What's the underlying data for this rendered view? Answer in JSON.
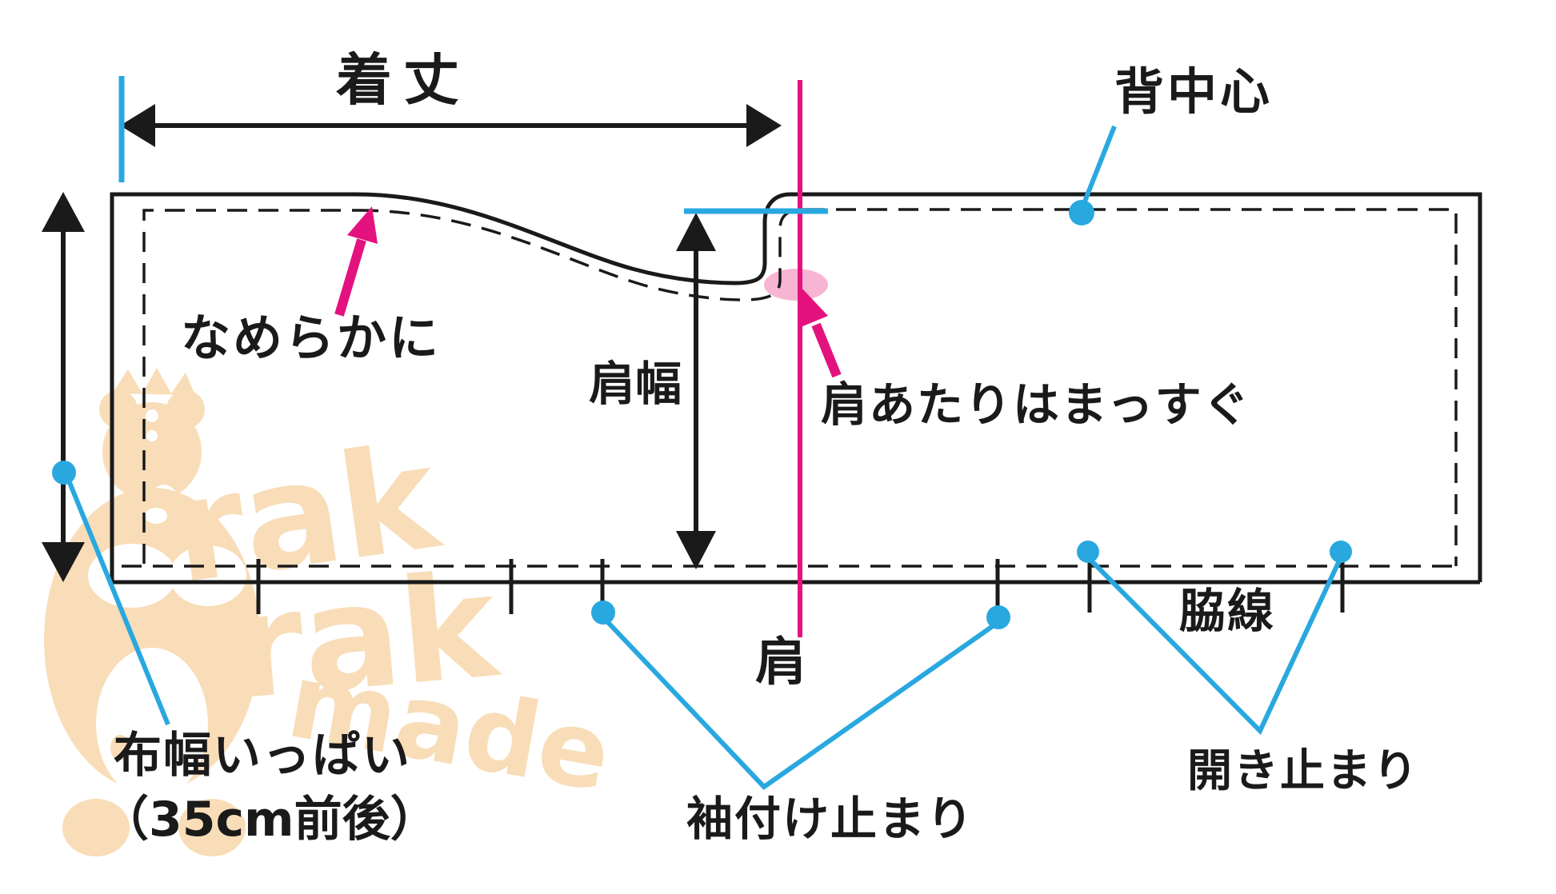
{
  "diagram_title": "sleeveless-top-pattern-diagram",
  "colors": {
    "line": "#1a1a1a",
    "blue": "#29a8e0",
    "magenta": "#e4127f",
    "highlight": "#f8b5d3",
    "watermark": "#f8ddb8"
  },
  "labels": {
    "garment_length": "着丈",
    "back_center": "背中心",
    "smoothly": "なめらかに",
    "shoulder_width": "肩幅",
    "shoulder_area_straight": "肩あたりはまっすぐ",
    "shoulder": "肩",
    "side_line": "脇線",
    "sleeve_attach_stop": "袖付け止まり",
    "opening_stop": "開き止まり",
    "fabric_width_line1": "布幅いっぱい",
    "fabric_width_line2": "（35cm前後）"
  },
  "watermark": {
    "row1": "rak",
    "row2": "rak",
    "row3": "made"
  }
}
